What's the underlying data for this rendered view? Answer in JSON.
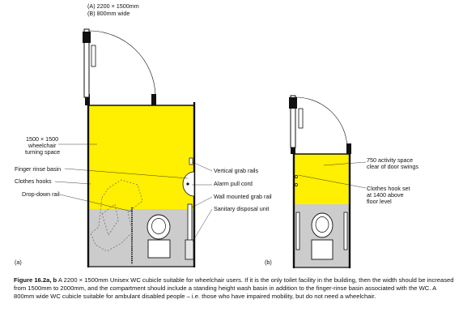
{
  "dims_a": "(A) 2200 × 1500mm",
  "dims_b": "(B) 800mm wide",
  "labels_left": {
    "turning_l1": "1500 × 1500",
    "turning_l2": "wheelchair",
    "turning_l3": "turning space",
    "finger_basin": "Finger rinse basin",
    "clothes_hooks": "Clothes hooks",
    "dropdown_rail": "Drop-down rail"
  },
  "labels_mid": {
    "vertical_rails": "Vertical grab rails",
    "alarm_cord": "Alarm pull cord",
    "wall_rail": "Wall mounted grab rail",
    "sanitary_unit": "Sanitary disposal unit"
  },
  "labels_right": {
    "activity_l1": "750 activity space",
    "activity_l2": "clear of door swings",
    "hook_l1": "Clothes hook set",
    "hook_l2": "at 1400 above",
    "hook_l3": "floor level"
  },
  "panel_a": "(a)",
  "panel_b": "(b)",
  "caption": {
    "figure_label": "Figure 16.2a, b",
    "text": "A 2200 × 1500mm Unisex WC cubicle suitable for wheelchair users. If it is the only toilet facility in the building, then the width should be increased from 1500mm to 2000mm, and the compartment should include a standing height wash basin in addition to the finger-rinse basin associated with the WC. A 800mm wide WC cubicle suitable for ambulant disabled people – i.e. those who have impaired mobility, but do not need a wheelchair."
  },
  "colors": {
    "turning_space": "#ffef00",
    "floor": "#cccccc",
    "wall": "#111111"
  }
}
